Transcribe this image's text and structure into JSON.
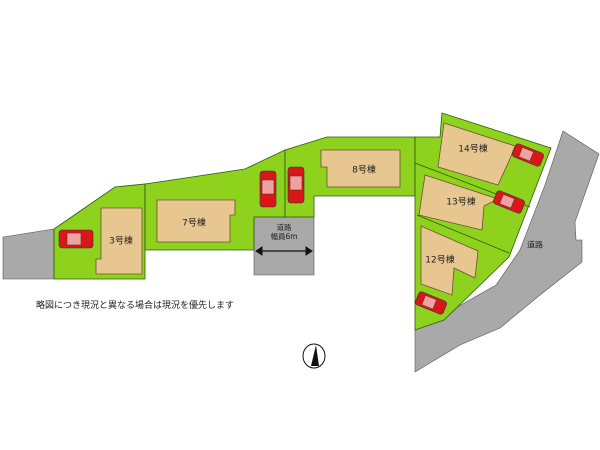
{
  "plan": {
    "buildings": [
      {
        "id": "3",
        "label": "3号棟"
      },
      {
        "id": "7",
        "label": "7号棟"
      },
      {
        "id": "8",
        "label": "8号棟"
      },
      {
        "id": "14",
        "label": "14号棟"
      },
      {
        "id": "13",
        "label": "13号棟"
      },
      {
        "id": "12",
        "label": "12号棟"
      }
    ],
    "center_road": {
      "line1": "道路",
      "line2": "幅員6m"
    },
    "side_road": "道路",
    "note": "略図につき現況と異なる場合は現況を優先します",
    "compass": "north-arrow-icon"
  },
  "colors": {
    "lot": "#8ed21e",
    "building": "#e8c690",
    "road": "#a9a9a9",
    "car": "#d81818"
  }
}
